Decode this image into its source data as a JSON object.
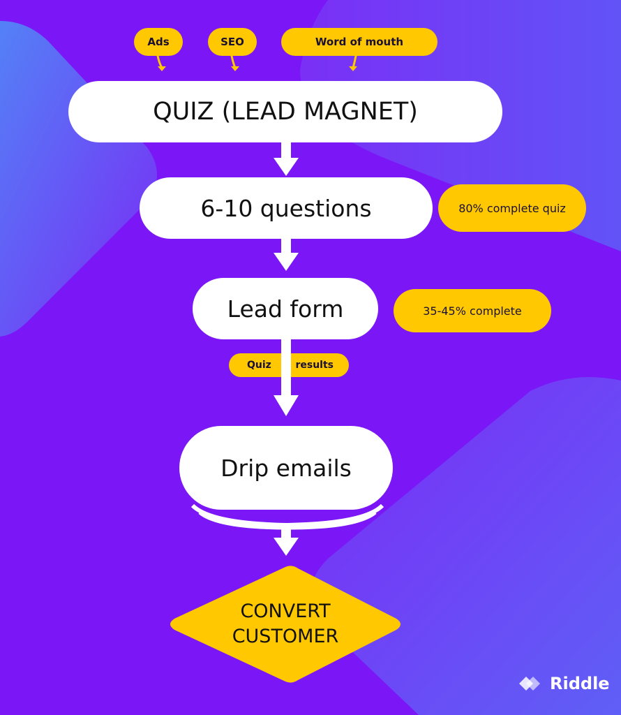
{
  "sources": [
    {
      "label": "Ads"
    },
    {
      "label": "SEO"
    },
    {
      "label": "Word of mouth"
    }
  ],
  "steps": {
    "quiz": "QUIZ (LEAD MAGNET)",
    "questions": "6-10 questions",
    "lead_form": "Lead form",
    "drip": "Drip emails"
  },
  "stats": {
    "questions_rate": "80% complete quiz",
    "lead_rate": "35-45% complete"
  },
  "quiz_results": {
    "left": "Quiz",
    "right": "results"
  },
  "goal": {
    "line1": "CONVERT",
    "line2": "CUSTOMER"
  },
  "brand": {
    "name": "Riddle",
    "icon": "riddle-logo-icon"
  },
  "colors": {
    "background": "#7b16f6",
    "accent": "#ffc800",
    "node": "#ffffff"
  }
}
